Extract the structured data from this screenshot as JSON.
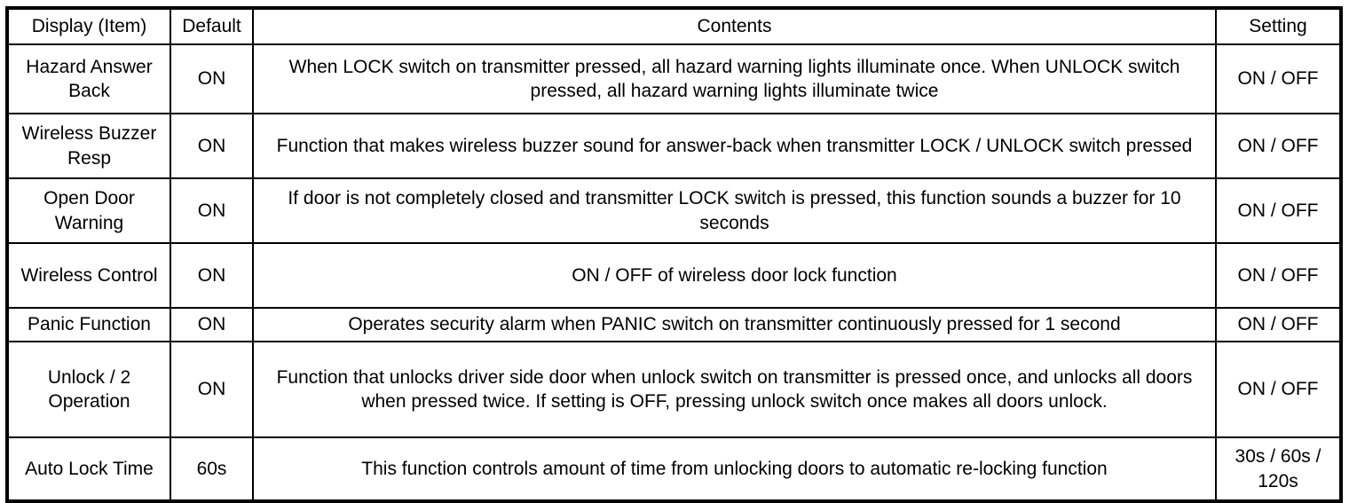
{
  "table": {
    "headers": [
      "Display (Item)",
      "Default",
      "Contents",
      "Setting"
    ],
    "rows": [
      {
        "display": "Hazard Answer Back",
        "default": "ON",
        "contents": "When LOCK switch on transmitter pressed, all hazard warning lights illuminate once. When UNLOCK switch pressed, all hazard warning lights illuminate twice",
        "setting": "ON / OFF"
      },
      {
        "display": "Wireless Buzzer Resp",
        "default": "ON",
        "contents": "Function that makes wireless buzzer sound for answer-back when transmitter LOCK / UNLOCK switch pressed",
        "setting": "ON / OFF"
      },
      {
        "display": "Open Door Warning",
        "default": "ON",
        "contents": "If door is not completely closed and transmitter LOCK switch is pressed, this function sounds a buzzer for 10 seconds",
        "setting": "ON / OFF"
      },
      {
        "display": "Wireless Control",
        "default": "ON",
        "contents": "ON / OFF of wireless door lock function",
        "setting": "ON / OFF"
      },
      {
        "display": "Panic Function",
        "default": "ON",
        "contents": "Operates security alarm when PANIC switch on transmitter continuously pressed for 1 second",
        "setting": "ON / OFF"
      },
      {
        "display": "Unlock / 2 Operation",
        "default": "ON",
        "contents": "Function that unlocks driver side door when unlock switch on transmitter is pressed once, and unlocks all doors when pressed twice. If setting is OFF, pressing unlock switch once makes all doors unlock.",
        "setting": "ON / OFF"
      },
      {
        "display": "Auto Lock Time",
        "default": "60s",
        "contents": "This function controls amount of time from unlocking doors to automatic re-locking function",
        "setting": "30s / 60s / 120s"
      }
    ]
  },
  "colors": {
    "border": "#000000",
    "text": "#000000",
    "background": "#ffffff"
  }
}
